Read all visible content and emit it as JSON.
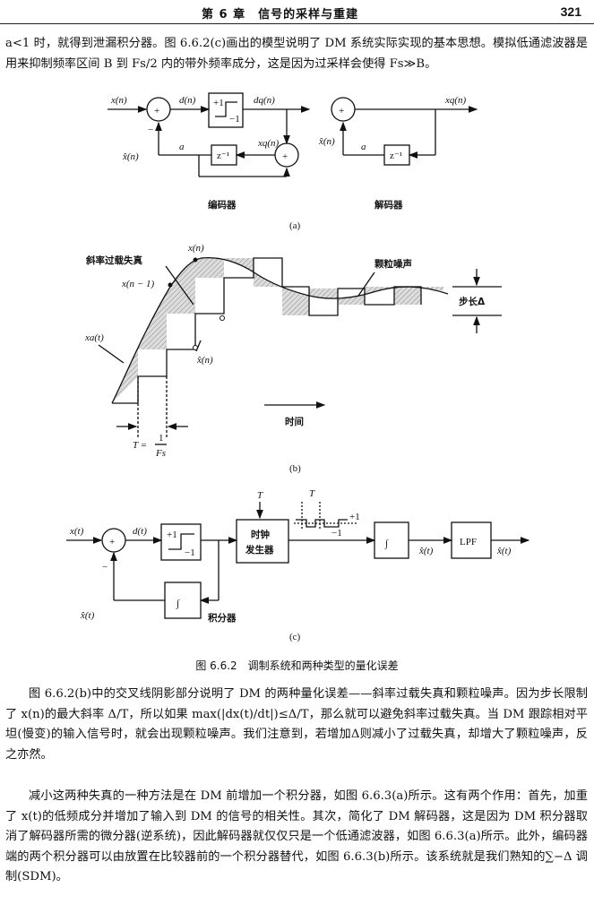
{
  "header": {
    "chapter": "第 6 章　信号的采样与重建",
    "page": "321"
  },
  "para_top": "a<1 时，就得到泄漏积分器。图 6.6.2(c)画出的模型说明了 DM 系统实际实现的基本思想。模拟低通滤波器是用来抑制频率区间 B 到 Fs/2 内的带外频率成分，这是因为过采样会使得 Fs≫B。",
  "fig_a": {
    "x_in": "x(n)",
    "d": "d(n)",
    "dq": "dq(n)",
    "xq": "xq(n)",
    "xhat": "x̂(n)",
    "a": "a",
    "z_inv": "z⁻¹",
    "plus": "+",
    "minus": "−",
    "q_pos": "+1",
    "q_neg": "−1",
    "xq_out": "xq(n)",
    "dec_xhat": "x̂(n)",
    "dec_a": "a",
    "dec_z": "z⁻¹",
    "encoder": "编码器",
    "decoder": "解码器",
    "label": "(a)"
  },
  "fig_b": {
    "slope": "斜率过载失真",
    "xn": "x(n)",
    "xn1": "x(n − 1)",
    "xa": "xa(t)",
    "xhat": "x̂(n)",
    "granular": "颗粒噪声",
    "step": "步长Δ",
    "time": "时间",
    "T_eq": "T = ",
    "T_one": "1",
    "T_fs": "Fs",
    "label": "(b)"
  },
  "fig_c": {
    "x_in": "x(t)",
    "d": "d(t)",
    "T1": "T",
    "T2": "T",
    "clock1": "时钟",
    "clock2": "发生器",
    "q_pos": "+1",
    "q_neg": "−1",
    "wave_pos": "+1",
    "wave_neg": "−1",
    "integ": "∫",
    "xhat1": "x̂(t)",
    "lpf": "LPF",
    "xhat2": "x̂(t)",
    "fb_xhat": "x̂(t)",
    "fb_integ": "∫",
    "integrator": "积分器",
    "minus": "−",
    "plus": "+",
    "label": "(c)"
  },
  "caption": "图 6.6.2　调制系统和两种类型的量化误差",
  "para1": "图 6.6.2(b)中的交叉线阴影部分说明了 DM 的两种量化误差——斜率过载失真和颗粒噪声。因为步长限制了 x(n)的最大斜率 Δ/T，所以如果 max(|dx(t)/dt|)≤Δ/T，那么就可以避免斜率过载失真。当 DM 跟踪相对平坦(慢变)的输入信号时，就会出现颗粒噪声。我们注意到，若增加Δ则减小了过载失真，却增大了颗粒噪声，反之亦然。",
  "para2": "减小这两种失真的一种方法是在 DM 前增加一个积分器，如图 6.6.3(a)所示。这有两个作用：首先，加重了 x(t)的低频成分并增加了输入到 DM 的信号的相关性。其次，简化了 DM 解码器，这是因为 DM 积分器取消了解码器所需的微分器(逆系统)，因此解码器就仅仅只是一个低通滤波器，如图 6.6.3(a)所示。此外，编码器端的两个积分器可以由放置在比较器前的一个积分器替代，如图 6.6.3(b)所示。该系统就是我们熟知的∑−Δ 调制(SDM)。"
}
